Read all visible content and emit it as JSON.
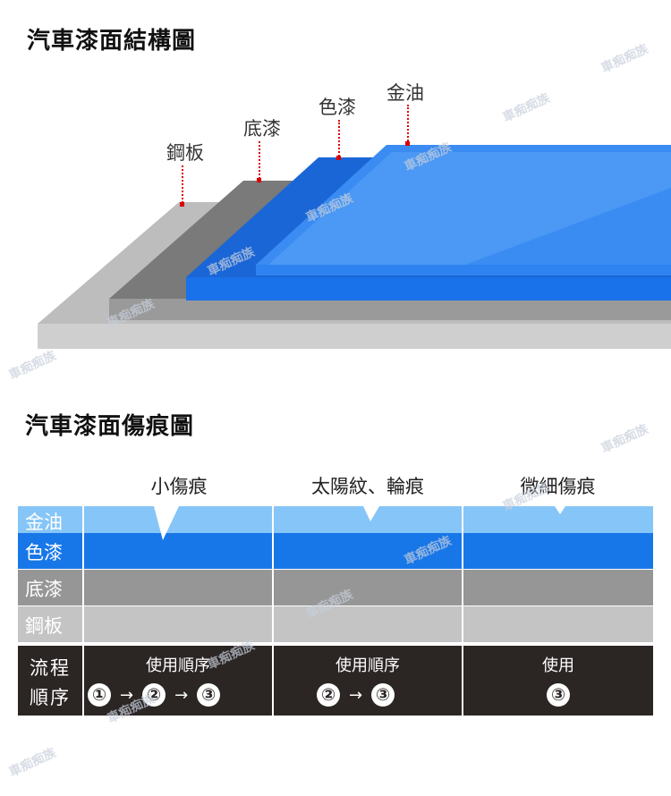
{
  "structure": {
    "title": "汽車漆面結構圖",
    "layers": [
      {
        "label": "鋼板",
        "color": "#c8c8c8"
      },
      {
        "label": "底漆",
        "color": "#8a8a8a"
      },
      {
        "label": "色漆",
        "color": "#1e73e8"
      },
      {
        "label": "金油",
        "color": "#3d8ff5"
      }
    ]
  },
  "damage": {
    "title": "汽車漆面傷痕圖",
    "columns": [
      "小傷痕",
      "太陽紋、輪痕",
      "微細傷痕"
    ],
    "rows": [
      {
        "label": "金油",
        "color": "#86c5f7"
      },
      {
        "label": "色漆",
        "color": "#1877e8"
      },
      {
        "label": "底漆",
        "color": "#969696"
      },
      {
        "label": "鋼板",
        "color": "#c4c4c4"
      }
    ]
  },
  "process": {
    "title_line1": "流程",
    "title_line2": "順序",
    "columns": [
      {
        "label": "使用順序",
        "steps": [
          "①",
          "②",
          "③"
        ]
      },
      {
        "label": "使用順序",
        "steps": [
          "②",
          "③"
        ]
      },
      {
        "label": "使用",
        "steps": [
          "③"
        ]
      }
    ],
    "arrow": "→"
  },
  "watermark": "車痴痴族"
}
